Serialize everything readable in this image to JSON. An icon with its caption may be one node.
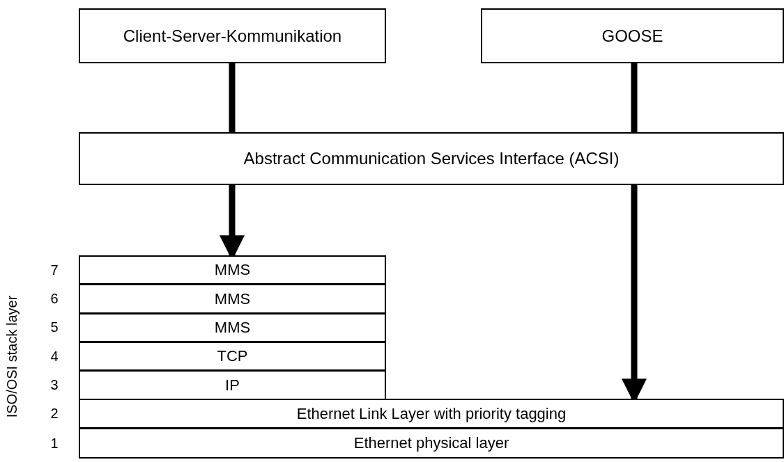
{
  "diagram": {
    "nodes": [
      {
        "text": [
          "Client-Server-Kommunikation"
        ]
      },
      {
        "text": [
          "GOOSE"
        ]
      },
      {
        "text": [
          "Abstract Communication Services Interface (ACSI)"
        ]
      },
      {
        "text": [
          "MMS"
        ]
      },
      {
        "text": [
          "MMS"
        ]
      },
      {
        "text": [
          "MMS"
        ]
      },
      {
        "text": [
          "TCP"
        ]
      },
      {
        "text": [
          "IP"
        ]
      },
      {
        "text": [
          "Ethernet Link Layer with priority tagging"
        ]
      },
      {
        "text": [
          "Ethernet physical layer"
        ]
      }
    ],
    "edges": [
      {
        "from": 0,
        "to": 2,
        "arrow": "none"
      },
      {
        "from": 1,
        "to": 2,
        "arrow": "none"
      },
      {
        "from": 2,
        "to": 3,
        "arrow": "to"
      },
      {
        "from": 2,
        "to": 8,
        "arrow": "to"
      }
    ],
    "labels": [
      "ISO/OSI stack layer",
      "7",
      "6",
      "5",
      "4",
      "3",
      "2",
      "1"
    ]
  }
}
